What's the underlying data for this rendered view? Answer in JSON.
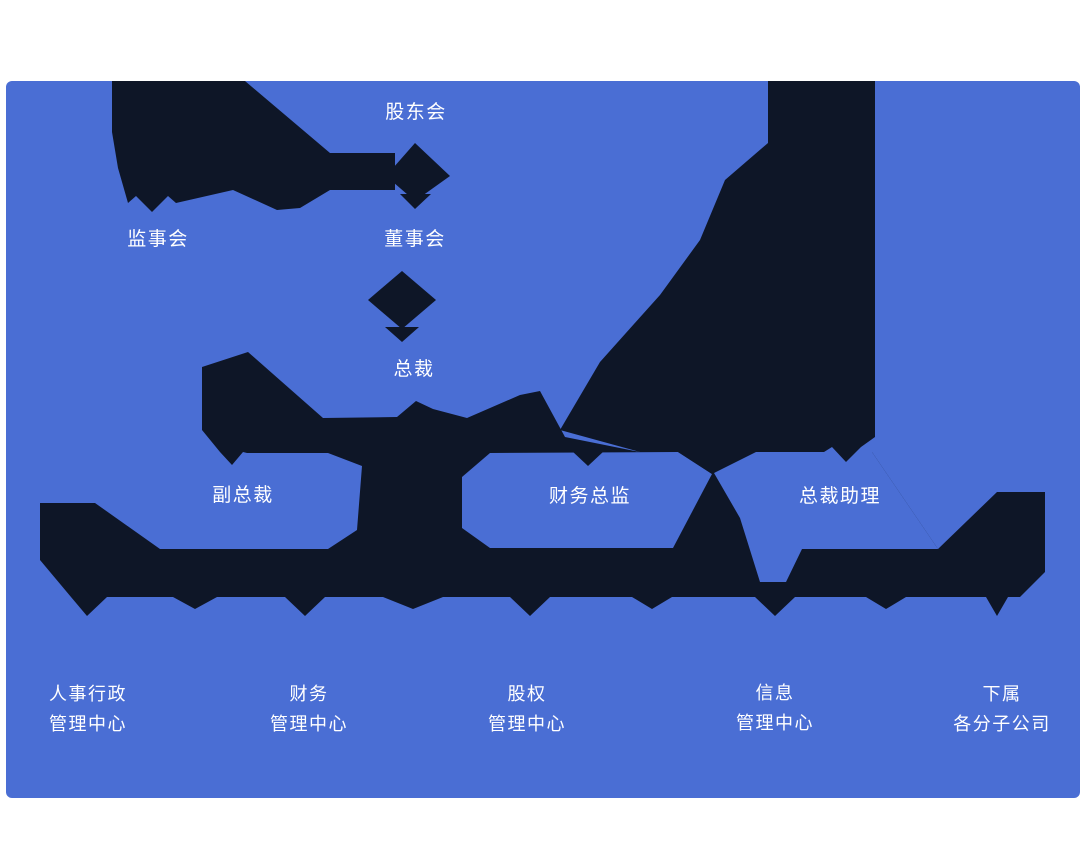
{
  "canvas": {
    "background": "#ffffff",
    "panel_color": "#4a6ed4",
    "shape_color": "#0e1627",
    "text_color": "#ffffff"
  },
  "org_chart": {
    "description": "company organization structure diagram",
    "nodes": [
      {
        "id": "shareholders-meeting",
        "label": "股东会",
        "level": 1
      },
      {
        "id": "supervisory-board",
        "label": "监事会",
        "level": 2
      },
      {
        "id": "board-of-directors",
        "label": "董事会",
        "level": 2
      },
      {
        "id": "president",
        "label": "总裁",
        "level": 3
      },
      {
        "id": "vice-president",
        "label": "副总裁",
        "level": 4
      },
      {
        "id": "finance-director",
        "label": "财务总监",
        "level": 4
      },
      {
        "id": "president-assistant",
        "label": "总裁助理",
        "level": 4
      },
      {
        "id": "hr-admin-center",
        "line1": "人事行政",
        "line2": "管理中心",
        "level": 5
      },
      {
        "id": "finance-center",
        "line1": "财务",
        "line2": "管理中心",
        "level": 5
      },
      {
        "id": "equity-center",
        "line1": "股权",
        "line2": "管理中心",
        "level": 5
      },
      {
        "id": "info-center",
        "line1": "信息",
        "line2": "管理中心",
        "level": 5
      },
      {
        "id": "subsidiaries",
        "line1": "下属",
        "line2": "各分子公司",
        "level": 5
      }
    ],
    "edges": [
      {
        "from": "shareholders-meeting",
        "to": "board-of-directors"
      },
      {
        "from": "board-of-directors",
        "to": "supervisory-board"
      },
      {
        "from": "board-of-directors",
        "to": "president"
      },
      {
        "from": "president",
        "to": "vice-president"
      },
      {
        "from": "president",
        "to": "finance-director"
      },
      {
        "from": "president",
        "to": "president-assistant"
      },
      {
        "from": "executive-band",
        "to": "hr-admin-center"
      },
      {
        "from": "executive-band",
        "to": "finance-center"
      },
      {
        "from": "executive-band",
        "to": "equity-center"
      },
      {
        "from": "executive-band",
        "to": "info-center"
      },
      {
        "from": "executive-band",
        "to": "subsidiaries"
      }
    ]
  }
}
